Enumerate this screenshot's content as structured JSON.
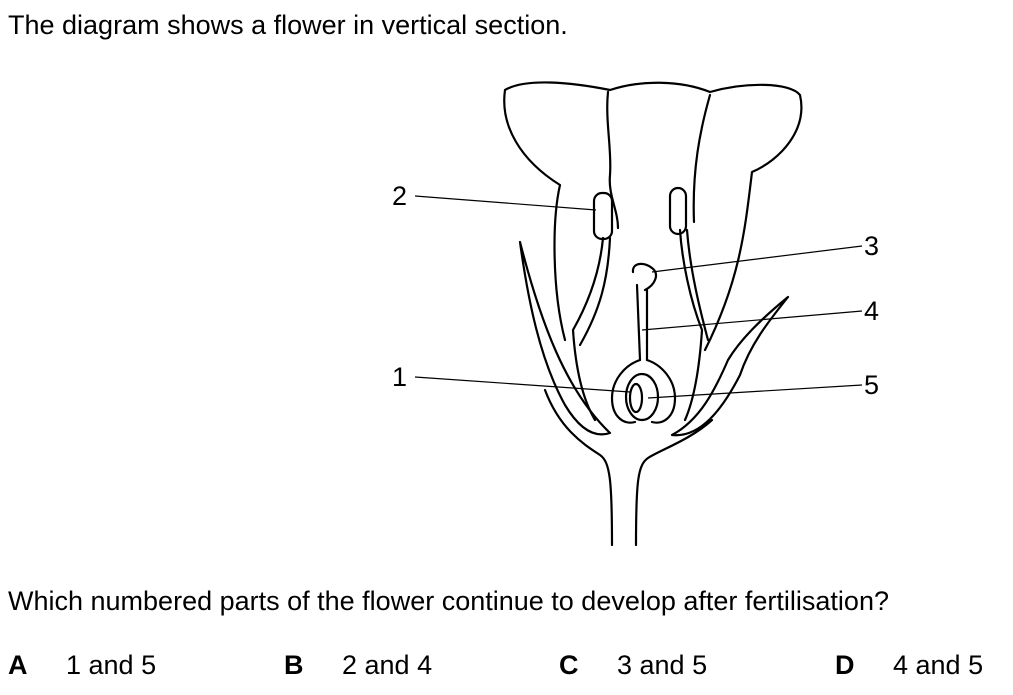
{
  "intro_text": "The diagram shows a flower in vertical section.",
  "diagram": {
    "labels": [
      "1",
      "2",
      "3",
      "4",
      "5"
    ]
  },
  "question_text": "Which numbered parts of the flower continue to develop after fertilisation?",
  "options": [
    {
      "letter": "A",
      "text": "1 and 5"
    },
    {
      "letter": "B",
      "text": "2 and 4"
    },
    {
      "letter": "C",
      "text": "3 and 5"
    },
    {
      "letter": "D",
      "text": "4 and 5"
    }
  ]
}
